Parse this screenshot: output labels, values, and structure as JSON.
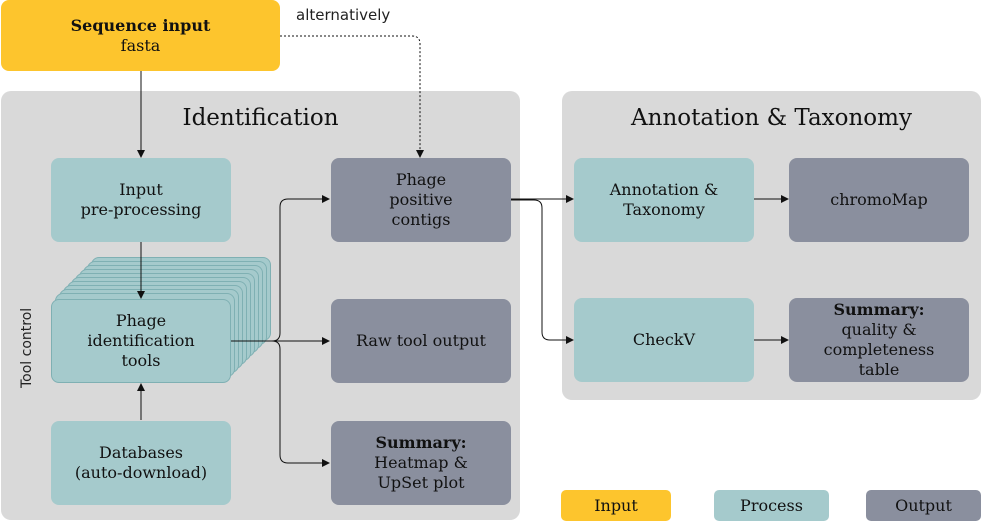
{
  "nodes": {
    "sequence_input": {
      "title": "Sequence input",
      "sub": "fasta"
    },
    "input_preprocessing": {
      "line1": "Input",
      "line2": "pre-processing"
    },
    "phage_tools": {
      "line1": "Phage",
      "line2": "identification",
      "line3": "tools"
    },
    "databases": {
      "line1": "Databases",
      "line2": "(auto-download)"
    },
    "phage_positive": {
      "line1": "Phage",
      "line2": "positive",
      "line3": "contigs"
    },
    "raw_output": {
      "label": "Raw tool output"
    },
    "summary_heatmap": {
      "title": "Summary:",
      "line1": "Heatmap &",
      "line2": "UpSet plot"
    },
    "annotation_taxonomy": {
      "line1": "Annotation &",
      "line2": "Taxonomy"
    },
    "chromomap": {
      "label": "chromoMap"
    },
    "checkv": {
      "label": "CheckV"
    },
    "summary_quality": {
      "title": "Summary:",
      "line1": "quality &",
      "line2": "completeness",
      "line3": "table"
    }
  },
  "panels": {
    "identification": "Identification",
    "annotation": "Annotation & Taxonomy"
  },
  "labels": {
    "alternatively": "alternatively",
    "tool_control": "Tool control"
  },
  "legend": {
    "input": "Input",
    "process": "Process",
    "output": "Output"
  },
  "colors": {
    "input": "#fdc52d",
    "process": "#a5cacc",
    "output": "#8a8f9e",
    "panel": "#d9d9d9"
  }
}
